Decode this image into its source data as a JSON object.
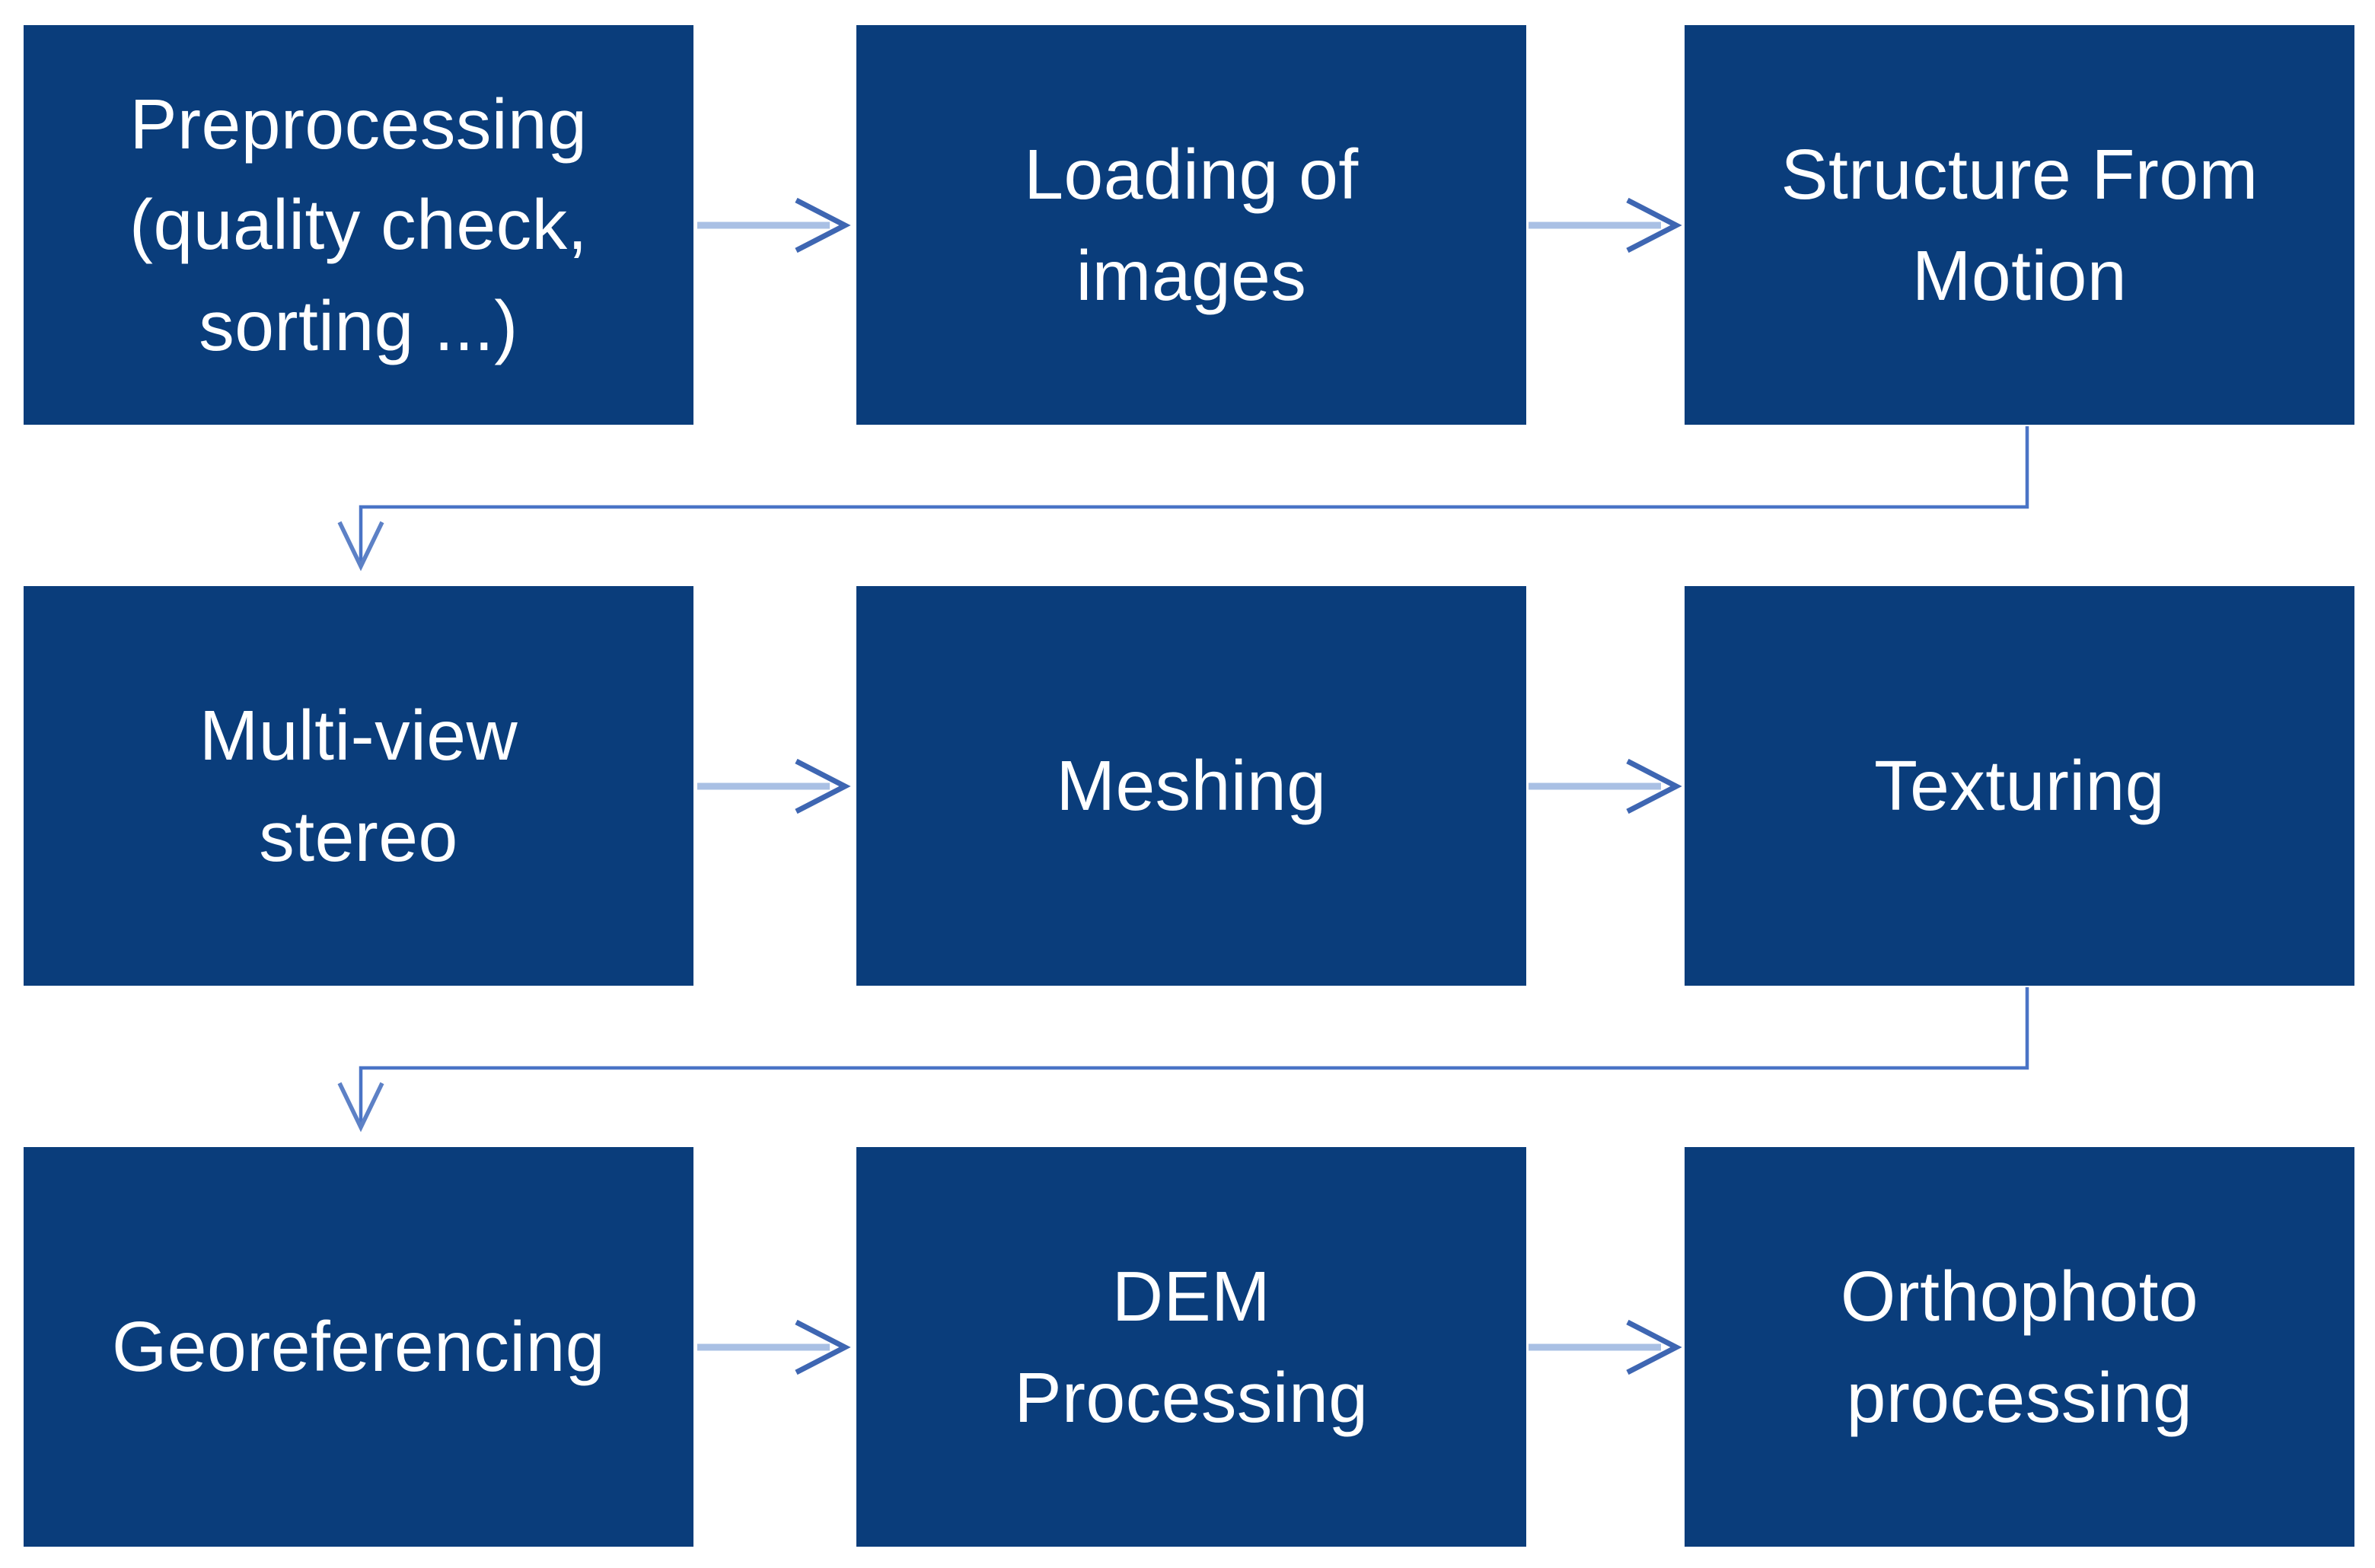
{
  "diagram": {
    "type": "flowchart",
    "boxes": [
      {
        "id": "preprocessing",
        "label": "Preprocessing\n(quality check,\nsorting ...)"
      },
      {
        "id": "loading-of-images",
        "label": "Loading of\nimages"
      },
      {
        "id": "structure-from-motion",
        "label": "Structure From\nMotion"
      },
      {
        "id": "multi-view-stereo",
        "label": "Multi-view\nstereo"
      },
      {
        "id": "meshing",
        "label": "Meshing"
      },
      {
        "id": "texturing",
        "label": "Texturing"
      },
      {
        "id": "georeferencing",
        "label": "Georeferencing"
      },
      {
        "id": "dem-processing",
        "label": "DEM\nProcessing"
      },
      {
        "id": "orthophoto-processing",
        "label": "Orthophoto\nprocessing"
      }
    ],
    "connections": [
      {
        "from": "preprocessing",
        "to": "loading-of-images",
        "style": "straight-arrow"
      },
      {
        "from": "loading-of-images",
        "to": "structure-from-motion",
        "style": "straight-arrow"
      },
      {
        "from": "structure-from-motion",
        "to": "multi-view-stereo",
        "style": "elbow-arrow"
      },
      {
        "from": "multi-view-stereo",
        "to": "meshing",
        "style": "straight-arrow"
      },
      {
        "from": "meshing",
        "to": "texturing",
        "style": "straight-arrow"
      },
      {
        "from": "texturing",
        "to": "georeferencing",
        "style": "elbow-arrow"
      },
      {
        "from": "georeferencing",
        "to": "dem-processing",
        "style": "straight-arrow"
      },
      {
        "from": "dem-processing",
        "to": "orthophoto-processing",
        "style": "straight-arrow"
      }
    ],
    "colors": {
      "box_fill": "#0A3D7B",
      "box_text": "#FFFFFF",
      "arrow_shaft": "#A9C0E4",
      "arrow_head": "#3E66B2",
      "elbow_line": "#4A74C6",
      "elbow_head": "#5D81C6",
      "background": "#FFFFFF"
    }
  }
}
